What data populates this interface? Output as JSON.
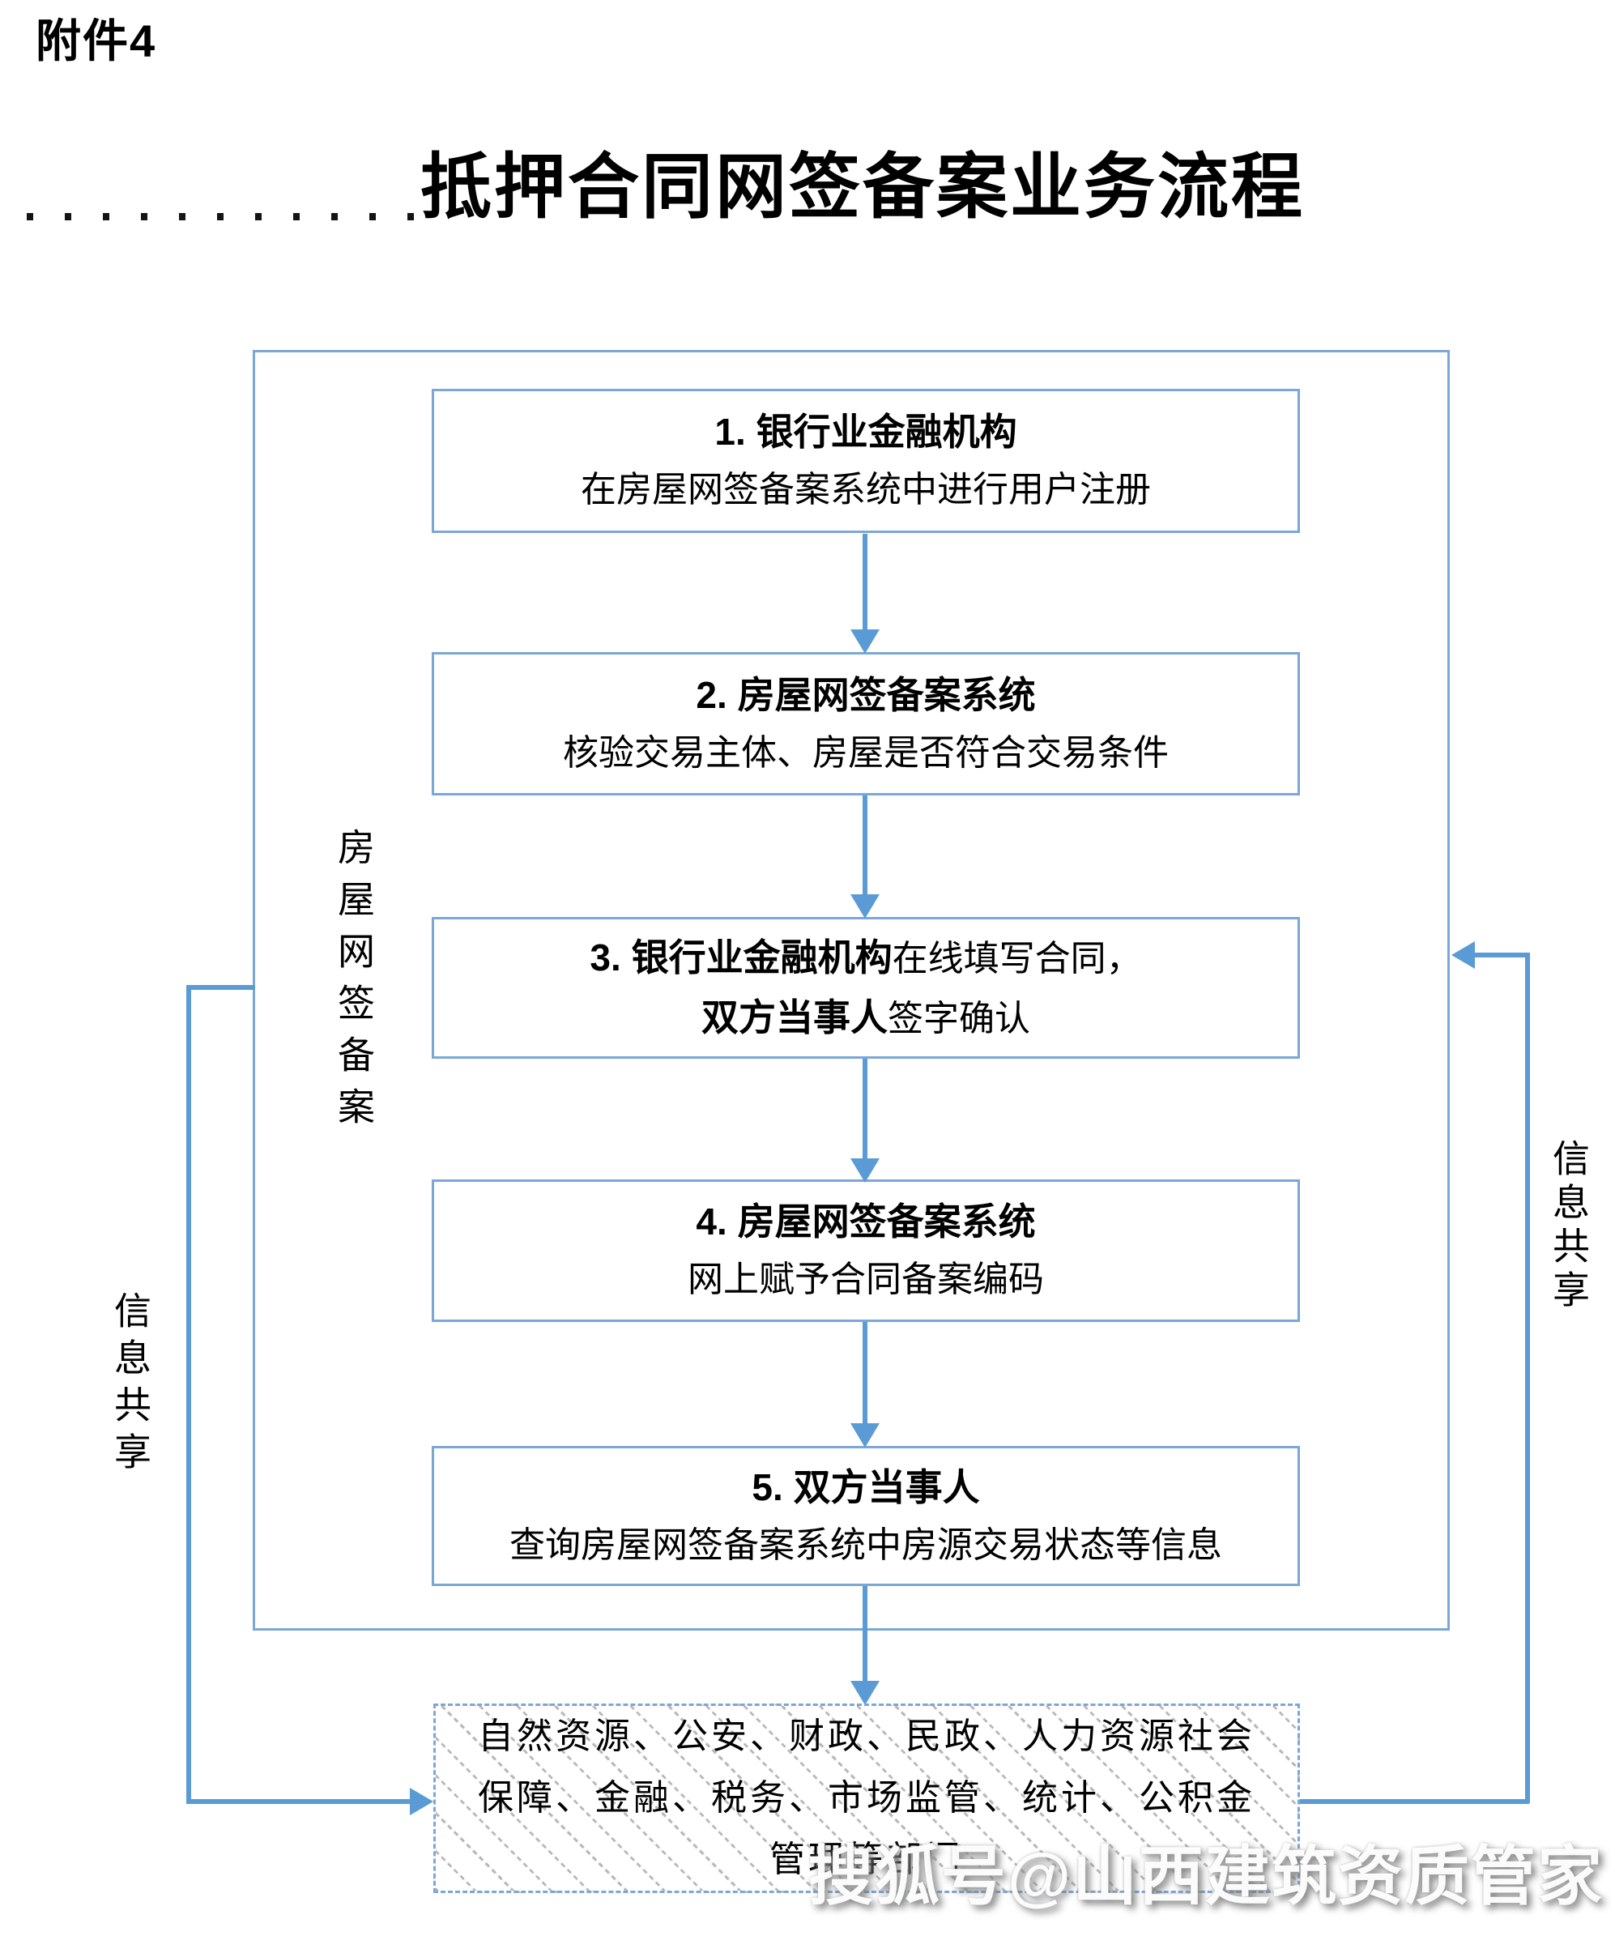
{
  "page": {
    "attachment_label": "附件4",
    "title": "抵押合同网签备案业务流程"
  },
  "labels": {
    "process_vertical": "房屋网签备案",
    "info_share": "信息共享"
  },
  "flow": {
    "boxes": {
      "b1": {
        "title": "1. 银行业金融机构",
        "body": "在房屋网签备案系统中进行用户注册"
      },
      "b2": {
        "title": "2. 房屋网签备案系统",
        "body": "核验交易主体、房屋是否符合交易条件"
      },
      "b3": {
        "title_bold": "3. 银行业金融机构",
        "title_rest": "在线填写合同，",
        "body_bold": "双方当事人",
        "body_rest": "签字确认"
      },
      "b4": {
        "title": "4. 房屋网签备案系统",
        "body": "网上赋予合同备案编码"
      },
      "b5": {
        "title": "5. 双方当事人",
        "body": "查询房屋网签备案系统中房源交易状态等信息"
      }
    },
    "departments": {
      "line1": "自然资源、公安、财政、民政、人力资源社会",
      "line2": "保障、金融、税务、市场监管、统计、公积金",
      "line3": "管理等部门"
    }
  },
  "watermark": "搜狐号@山西建筑资质管家",
  "colors": {
    "connector_blue": "#5b9bd5",
    "box_border_blue": "#7ba7d7",
    "hatch_gray": "#b9b9b9",
    "text": "#000000"
  }
}
